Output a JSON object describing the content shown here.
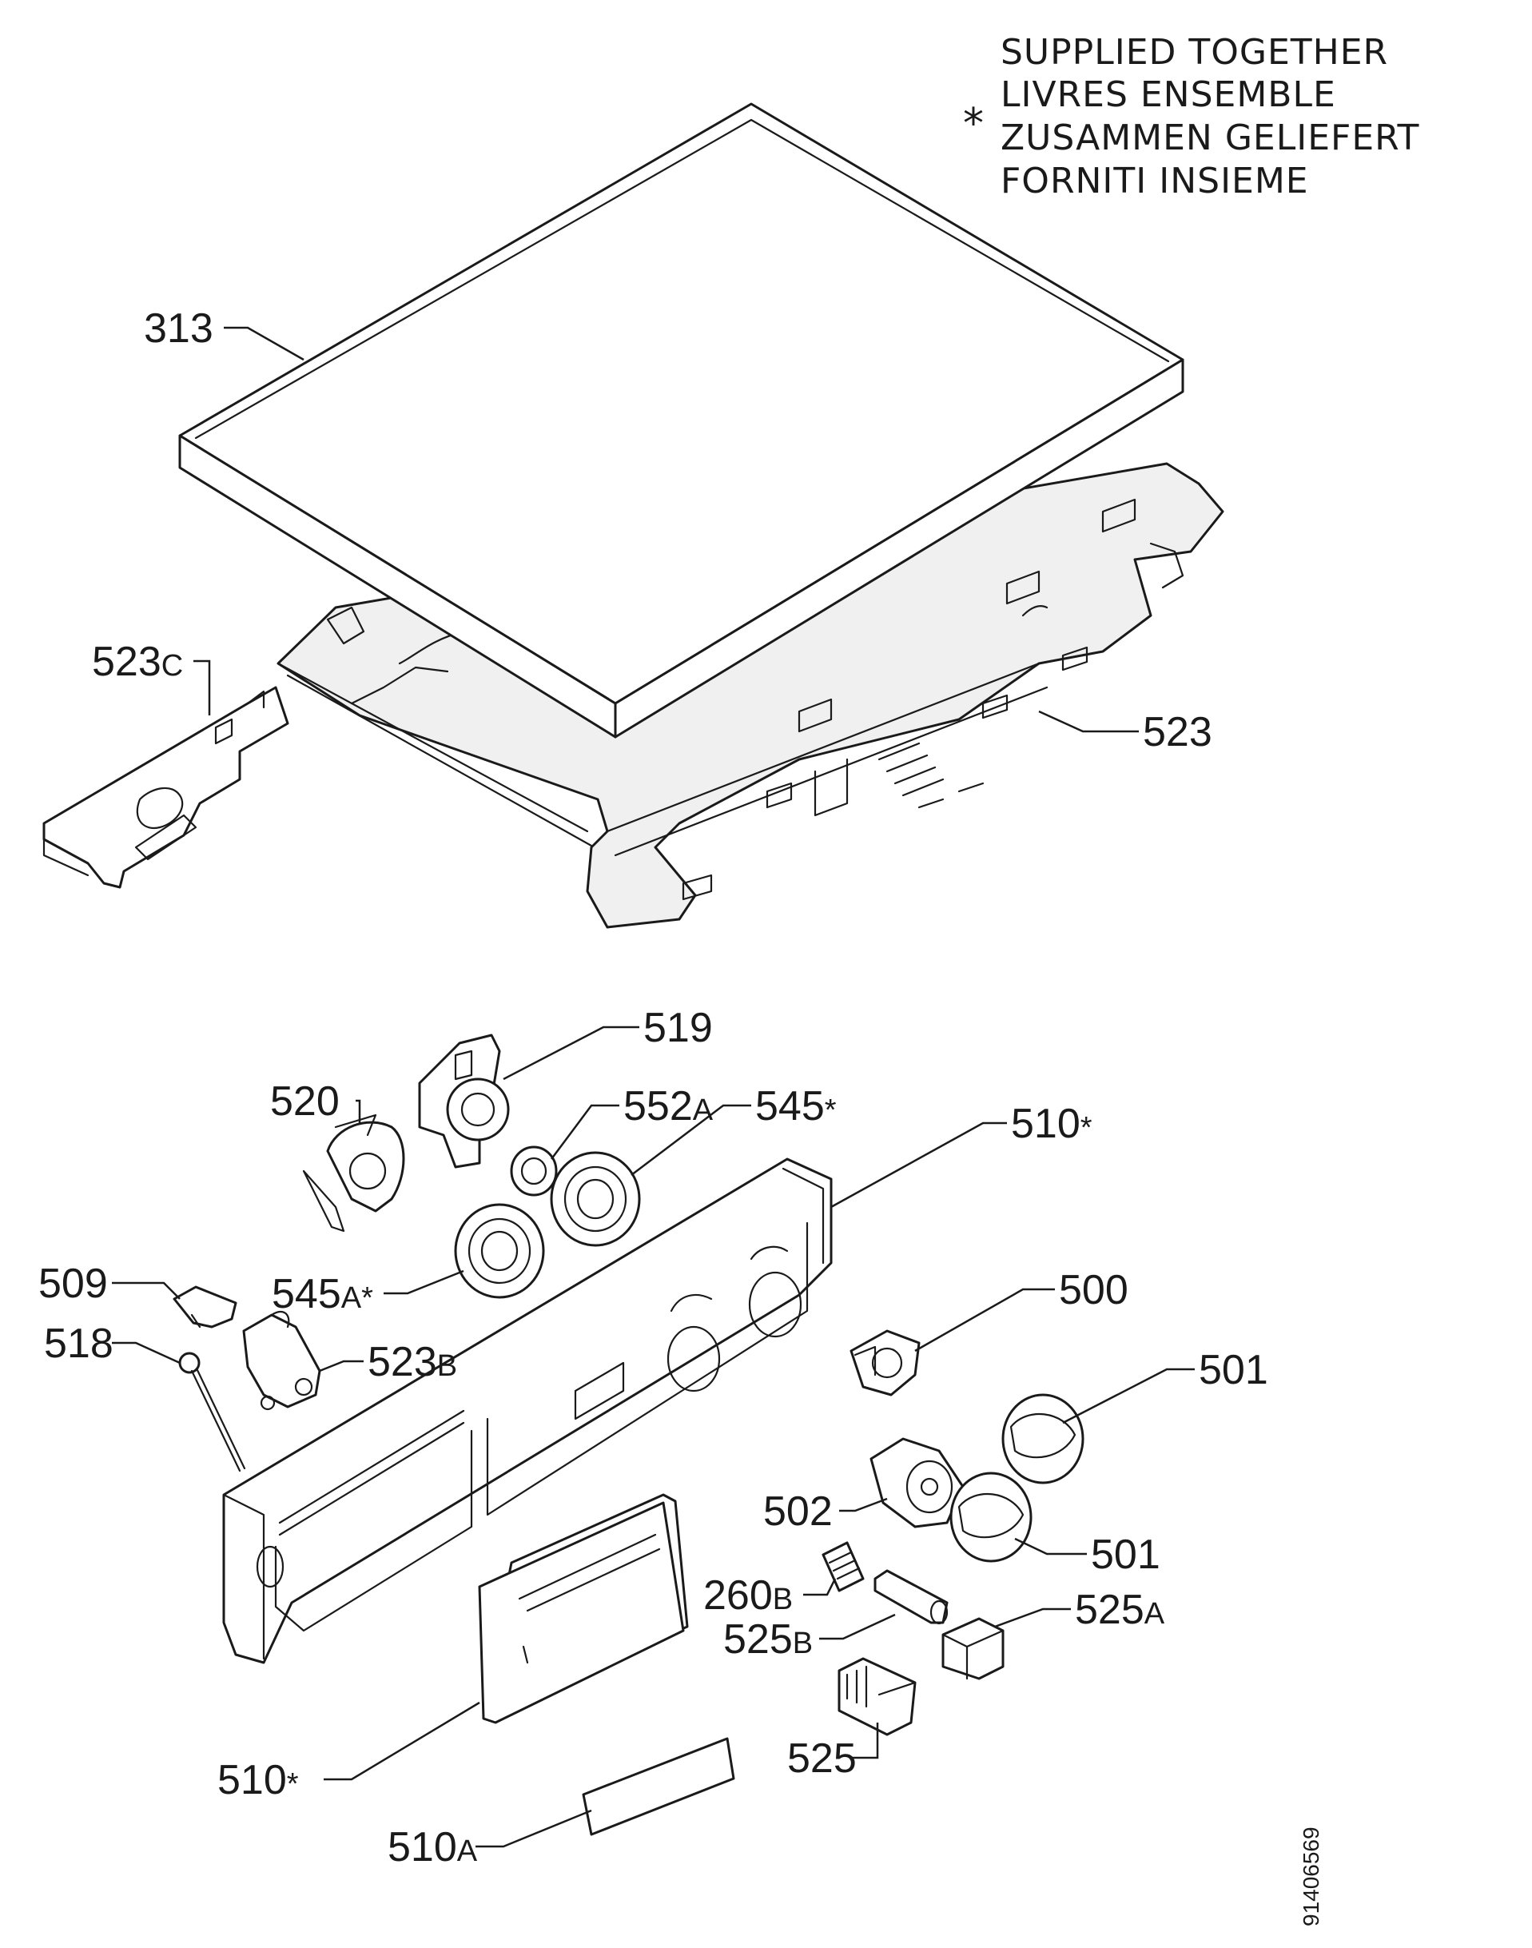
{
  "legend": {
    "symbol": "*",
    "lines": [
      "SUPPLIED TOGETHER",
      "LIVRES ENSEMBLE",
      "ZUSAMMEN GELIEFERT",
      "FORNITI INSIEME"
    ]
  },
  "drawing_number": "91406569",
  "callouts": [
    {
      "id": "313",
      "num": "313",
      "suf": ""
    },
    {
      "id": "523c",
      "num": "523",
      "suf": "C"
    },
    {
      "id": "523",
      "num": "523",
      "suf": ""
    },
    {
      "id": "519",
      "num": "519",
      "suf": ""
    },
    {
      "id": "520",
      "num": "520",
      "suf": ""
    },
    {
      "id": "552a",
      "num": "552",
      "suf": "A"
    },
    {
      "id": "545",
      "num": "545",
      "suf": "*"
    },
    {
      "id": "510-top",
      "num": "510",
      "suf": "*"
    },
    {
      "id": "509",
      "num": "509",
      "suf": ""
    },
    {
      "id": "545a",
      "num": "545",
      "suf": "A*"
    },
    {
      "id": "500",
      "num": "500",
      "suf": ""
    },
    {
      "id": "518",
      "num": "518",
      "suf": ""
    },
    {
      "id": "523b",
      "num": "523",
      "suf": "B"
    },
    {
      "id": "501-top",
      "num": "501",
      "suf": ""
    },
    {
      "id": "502",
      "num": "502",
      "suf": ""
    },
    {
      "id": "501-bottom",
      "num": "501",
      "suf": ""
    },
    {
      "id": "260b",
      "num": "260",
      "suf": "B"
    },
    {
      "id": "525a",
      "num": "525",
      "suf": "A"
    },
    {
      "id": "525b",
      "num": "525",
      "suf": "B"
    },
    {
      "id": "525",
      "num": "525",
      "suf": ""
    },
    {
      "id": "510-bottom",
      "num": "510",
      "suf": "*"
    },
    {
      "id": "510a",
      "num": "510",
      "suf": "A"
    }
  ]
}
